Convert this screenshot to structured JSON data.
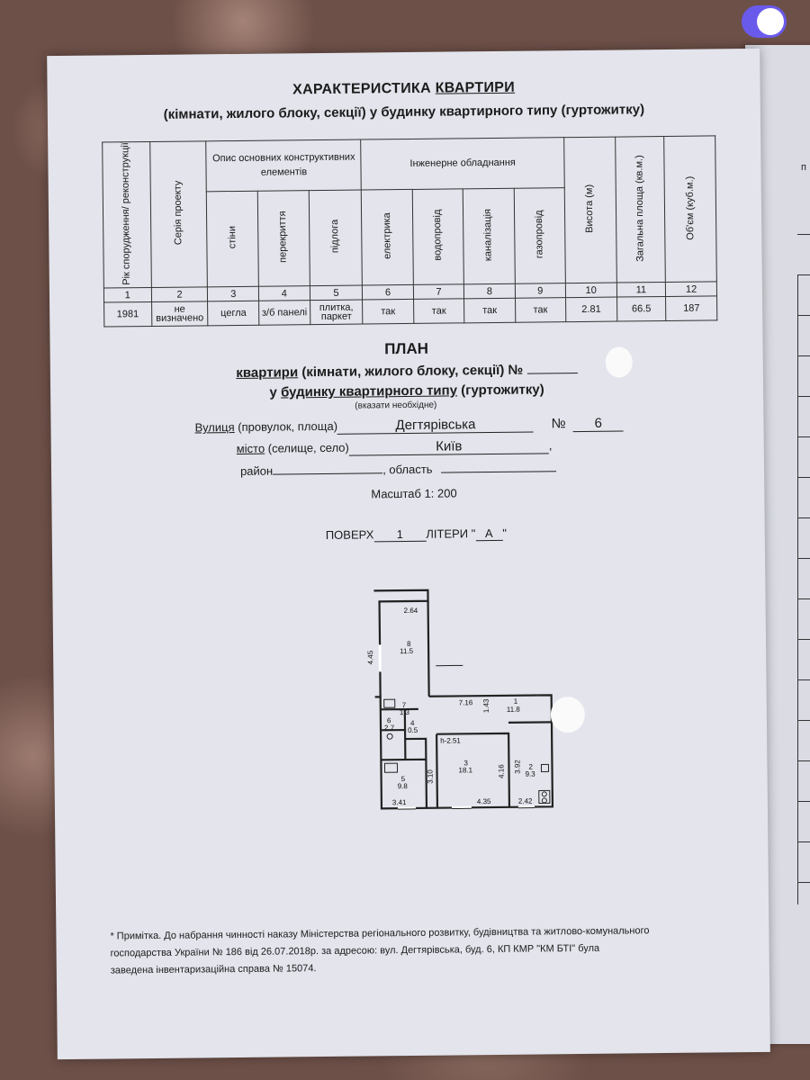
{
  "header": {
    "title_prefix": "ХАРАКТЕРИСТИКА ",
    "title_underlined": "КВАРТИРИ",
    "subtitle": "(кімнати, жилого блоку, секції) у будинку квартирного типу (гуртожитку)"
  },
  "table": {
    "col_year": "Рік спорудження/ реконструкції",
    "col_series": "Серія проекту",
    "group_structure": "Опис основних конструктивних елементів",
    "col_walls": "стіни",
    "col_ceilings": "перекриття",
    "col_floor": "підлога",
    "group_engineering": "Інженерне обладнання",
    "col_electric": "електрика",
    "col_water": "водопровід",
    "col_sewer": "каналізація",
    "col_gas": "газопровід",
    "col_height": "Висота (м)",
    "col_area": "Загальна площа (кв.м.)",
    "col_volume": "Об'єм (куб.м.)",
    "numbers": [
      "1",
      "2",
      "3",
      "4",
      "5",
      "6",
      "7",
      "8",
      "9",
      "10",
      "11",
      "12"
    ],
    "values": {
      "year": "1981",
      "series": "не визначено",
      "walls": "цегла",
      "ceilings": "з/б панелі",
      "floor": "плитка, паркет",
      "electric": "так",
      "water": "так",
      "sewer": "так",
      "gas": "так",
      "height": "2.81",
      "area": "66.5",
      "volume": "187"
    }
  },
  "plan": {
    "heading": "ПЛАН",
    "line1_underlined": "квартири",
    "line1_rest": " (кімнати, жилого блоку, секції) № ",
    "line2_prefix": "у ",
    "line2_underlined": "будинку квартирного типу",
    "line2_rest": " (гуртожитку)",
    "hint": "(вказати необхідне)",
    "street_label_underlined": "Вулиця",
    "street_label_rest": " (провулок, площа)",
    "street_value": "Дегтярівська",
    "number_label": "№",
    "number_value": "6",
    "city_label_underlined": "місто",
    "city_label_rest": " (селище, село)",
    "city_value": "Київ",
    "district_label": "район",
    "region_label": ", область",
    "scale": "Масштаб 1: 200",
    "floor_label": "ПОВЕРХ",
    "floor_value": "1",
    "letter_label": "ЛІТЕРИ \"",
    "letter_value": "А",
    "letter_close": "\""
  },
  "floorplan": {
    "dims": {
      "d264": "2.64",
      "d445": "4.45",
      "d716": "7.16",
      "d143": "1.43",
      "h251": "h-2.51",
      "d310": "3.10",
      "d416": "4.16",
      "d392": "3.92",
      "d341": "3.41",
      "d435": "4.35",
      "d242": "2.42"
    },
    "rooms": {
      "r8n": "8",
      "r8a": "11.5",
      "r7n": "7",
      "r7a": "1.3",
      "r1n": "1",
      "r1a": "11.8",
      "r6n": "6",
      "r6a": "2.7",
      "r4n": "4",
      "r4a": "0.5",
      "r3n": "3",
      "r3a": "18.1",
      "r5n": "5",
      "r5a": "9.8",
      "r2n": "2",
      "r2a": "9.3"
    }
  },
  "note": {
    "line1": "* Примітка.  До набрання чинності  наказу Міністерства регіонального розвитку, будівництва та житлово-комунального",
    "line2": "господарства України № 186 від 26.07.2018р.  за адресою: вул. Дегтярівська, буд.  6, КП КМР \"КМ БТІ\" була",
    "line3": "заведена інвентаризаційна справа №  15074."
  },
  "side_page": {
    "letter": "п"
  }
}
